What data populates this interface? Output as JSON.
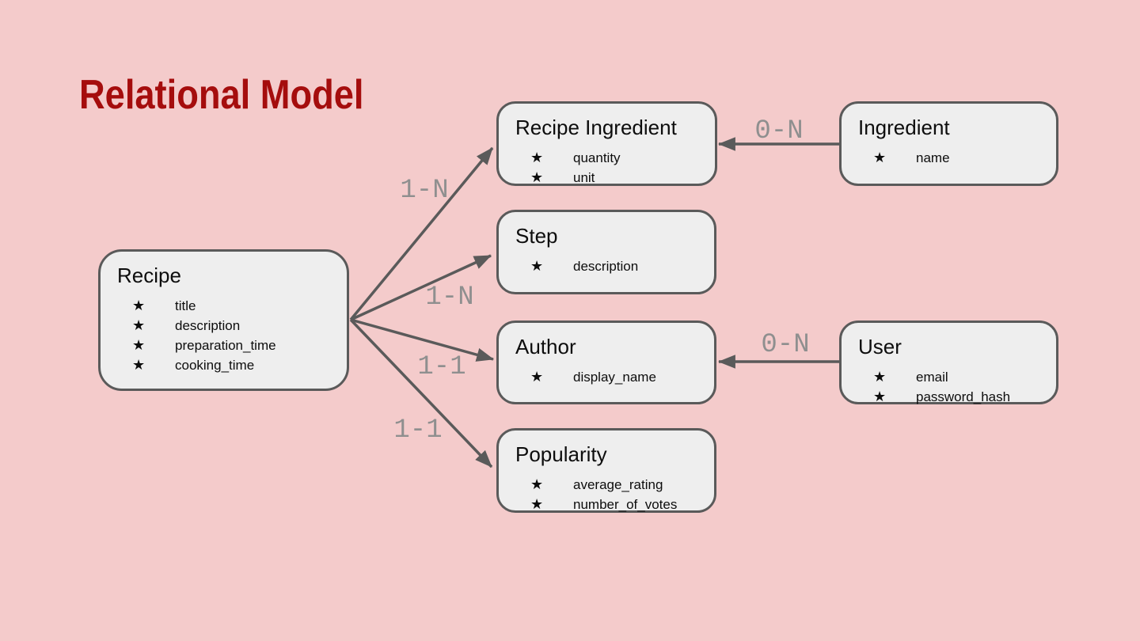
{
  "page_title": "Relational Model",
  "bullet": "★",
  "colors": {
    "background": "#f4cbcb",
    "box_fill": "#eeeeee",
    "box_border": "#5a5a5a",
    "title_text": "#a50d0d",
    "arrow": "#5a5a5a",
    "relation_label": "#8f8f8f"
  },
  "entities": [
    {
      "name": "Recipe",
      "fields": [
        "title",
        "description",
        "preparation_time",
        "cooking_time"
      ]
    },
    {
      "name": "Recipe Ingredient",
      "fields": [
        "quantity",
        "unit"
      ]
    },
    {
      "name": "Step",
      "fields": [
        "description"
      ]
    },
    {
      "name": "Author",
      "fields": [
        "display_name"
      ]
    },
    {
      "name": "Popularity",
      "fields": [
        "average_rating",
        "number_of_votes"
      ]
    },
    {
      "name": "Ingredient",
      "fields": [
        "name"
      ]
    },
    {
      "name": "User",
      "fields": [
        "email",
        "password_hash"
      ]
    }
  ],
  "relations": [
    {
      "from": "Recipe",
      "to": "Recipe Ingredient",
      "cardinality": "1-N"
    },
    {
      "from": "Recipe",
      "to": "Step",
      "cardinality": "1-N"
    },
    {
      "from": "Recipe",
      "to": "Author",
      "cardinality": "1-1"
    },
    {
      "from": "Recipe",
      "to": "Popularity",
      "cardinality": "1-1"
    },
    {
      "from": "Ingredient",
      "to": "Recipe Ingredient",
      "cardinality": "0-N"
    },
    {
      "from": "User",
      "to": "Author",
      "cardinality": "0-N"
    }
  ]
}
